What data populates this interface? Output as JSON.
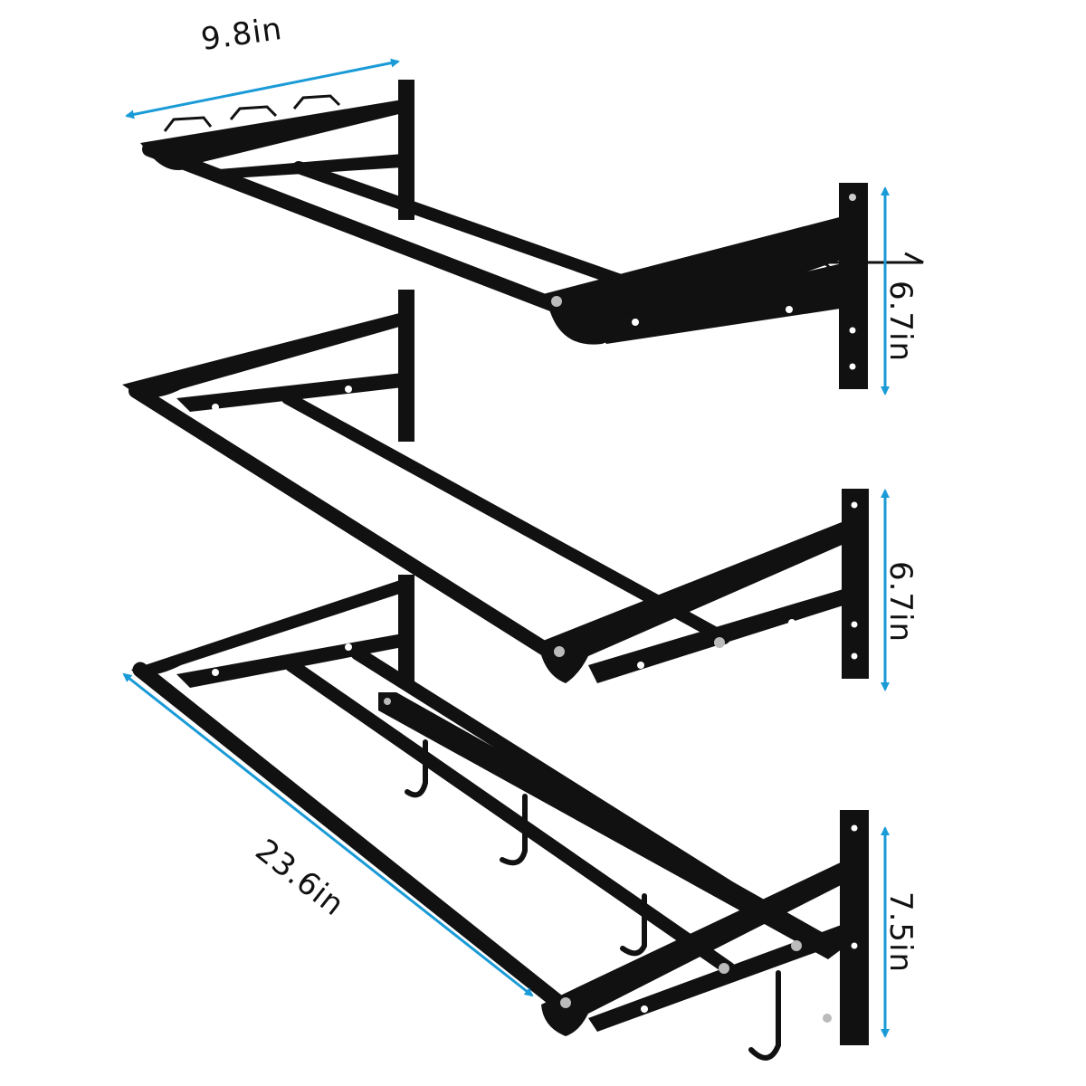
{
  "image": {
    "subject": "Three black metal wall-mounted double-bar shelf racks with dimension annotations",
    "background_color": "#ffffff",
    "product_color": "#111111",
    "dimension_line_color": "#1a9bd7"
  },
  "dimensions": {
    "top_depth": "9.8in",
    "top_height": "6.7in",
    "middle_height": "6.7in",
    "bottom_length": "23.6in",
    "bottom_height": "7.5in"
  },
  "racks": [
    {
      "name": "top-rack",
      "features": "double bar with 3 wire holders on each bracket"
    },
    {
      "name": "middle-rack",
      "features": "plain double bar"
    },
    {
      "name": "bottom-rack",
      "features": "double bar with hanging hooks rail"
    }
  ]
}
